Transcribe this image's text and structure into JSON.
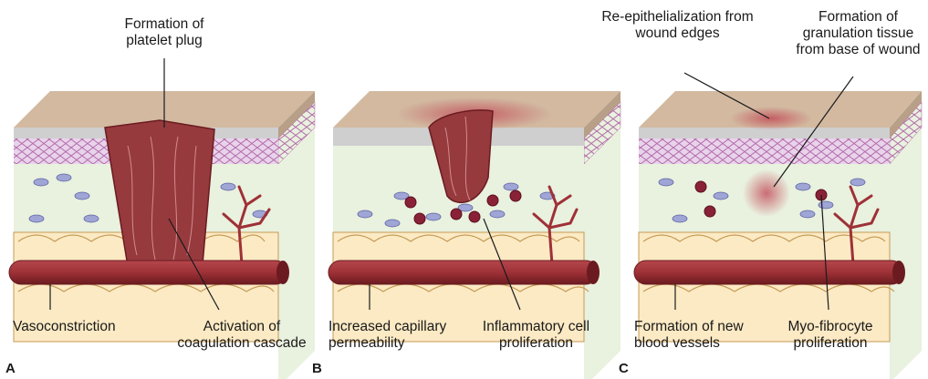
{
  "panels": [
    {
      "letter": "A",
      "top_label": [
        "Formation of",
        "platelet plug"
      ],
      "bottom_left_label": [
        "Vasoconstriction"
      ],
      "bottom_right_label": [
        "Activation of",
        "coagulation cascade"
      ]
    },
    {
      "letter": "B",
      "bottom_left_label": [
        "Increased capillary",
        "permeability"
      ],
      "bottom_right_label": [
        "Inflammatory cell",
        "proliferation"
      ]
    },
    {
      "letter": "C",
      "top_left_label": [
        "Re-epithelialization from",
        "wound edges"
      ],
      "top_right_label": [
        "Formation of",
        "granulation tissue",
        "from base of wound"
      ],
      "bottom_left_label": [
        "Formation of new",
        "blood vessels"
      ],
      "bottom_right_label": [
        "Myo-fibrocyte",
        "proliferation"
      ]
    }
  ],
  "colors": {
    "skin_top": "#d2b9a0",
    "skin_side": "#b89f87",
    "epidermis": "#e9d3eb",
    "epidermis_line": "#b26aa9",
    "dermis": "#e9f1df",
    "fat": "#fbeac4",
    "fat_line": "#c79b57",
    "vessel": "#9e3137",
    "vessel_dark": "#6b1b20",
    "plug": "#963a3e",
    "cell": "#9fa6d6",
    "red_cell": "#8a2237"
  }
}
